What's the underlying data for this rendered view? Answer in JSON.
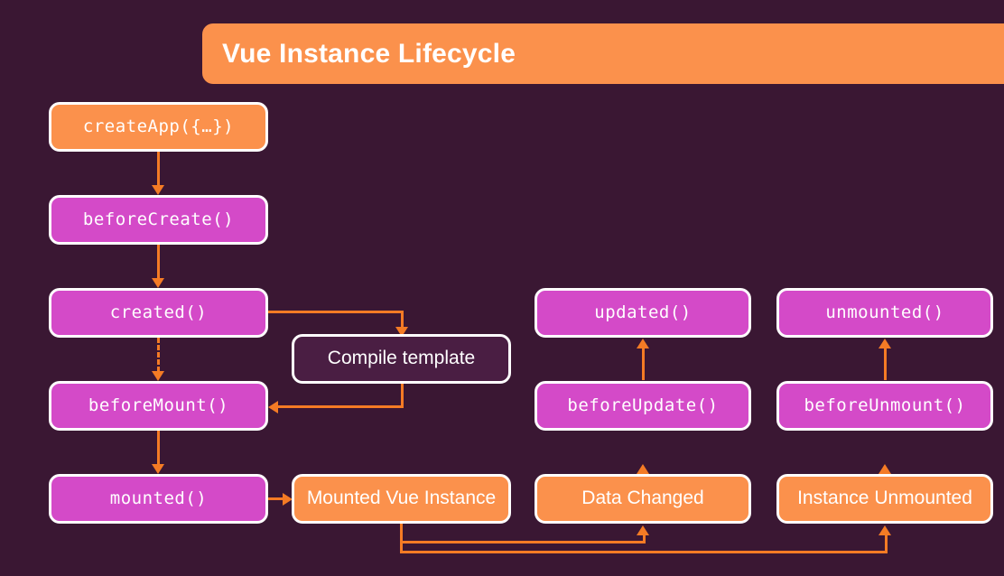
{
  "page": {
    "background_color": "#3a1733",
    "accent_orange": "#fb914c",
    "accent_magenta": "#d44ac8",
    "connector_color": "#f47b25",
    "node_dark": "#4a1e43",
    "node_border": "#ffffff"
  },
  "header": {
    "title": "Vue Instance Lifecycle",
    "banner_color": "#fb914c",
    "title_color": "#ffffff"
  },
  "diagram": {
    "type": "flowchart",
    "nodes": [
      {
        "id": "createApp",
        "label": "createApp({…})",
        "style": "orange",
        "font": "mono",
        "column": "left",
        "row": 1
      },
      {
        "id": "beforeCreate",
        "label": "beforeCreate()",
        "style": "magenta",
        "font": "mono",
        "column": "left",
        "row": 2
      },
      {
        "id": "created",
        "label": "created()",
        "style": "magenta",
        "font": "mono",
        "column": "left",
        "row": 3
      },
      {
        "id": "beforeMount",
        "label": "beforeMount()",
        "style": "magenta",
        "font": "mono",
        "column": "left",
        "row": 4
      },
      {
        "id": "mounted",
        "label": "mounted()",
        "style": "magenta",
        "font": "mono",
        "column": "left",
        "row": 5
      },
      {
        "id": "compileTemplate",
        "label": "Compile template",
        "style": "dark",
        "font": "sans",
        "column": "mid-left",
        "row": 3
      },
      {
        "id": "mountedVue",
        "label": "Mounted Vue Instance",
        "style": "orange",
        "font": "sans",
        "column": "mid-left",
        "row": 5
      },
      {
        "id": "updated",
        "label": "updated()",
        "style": "magenta",
        "font": "mono",
        "column": "mid",
        "row": 3
      },
      {
        "id": "beforeUpdate",
        "label": "beforeUpdate()",
        "style": "magenta",
        "font": "mono",
        "column": "mid",
        "row": 4
      },
      {
        "id": "dataChanged",
        "label": "Data Changed",
        "style": "orange",
        "font": "sans",
        "column": "mid",
        "row": 5
      },
      {
        "id": "unmounted",
        "label": "unmounted()",
        "style": "magenta",
        "font": "mono",
        "column": "right",
        "row": 3
      },
      {
        "id": "beforeUnmount",
        "label": "beforeUnmount()",
        "style": "magenta",
        "font": "mono",
        "column": "right",
        "row": 4
      },
      {
        "id": "instanceUnmounted",
        "label": "Instance Unmounted",
        "style": "orange",
        "font": "sans",
        "column": "right",
        "row": 5
      }
    ],
    "edges": [
      {
        "from": "createApp",
        "to": "beforeCreate",
        "style": "solid"
      },
      {
        "from": "beforeCreate",
        "to": "created",
        "style": "solid"
      },
      {
        "from": "created",
        "to": "compileTemplate",
        "style": "solid"
      },
      {
        "from": "created",
        "to": "beforeMount",
        "style": "dashed"
      },
      {
        "from": "compileTemplate",
        "to": "beforeMount",
        "style": "solid"
      },
      {
        "from": "beforeMount",
        "to": "mounted",
        "style": "solid"
      },
      {
        "from": "mounted",
        "to": "mountedVue",
        "style": "solid"
      },
      {
        "from": "mountedVue",
        "to": "dataChanged",
        "style": "solid"
      },
      {
        "from": "mountedVue",
        "to": "instanceUnmounted",
        "style": "solid"
      },
      {
        "from": "dataChanged",
        "to": "beforeUpdate",
        "style": "solid"
      },
      {
        "from": "beforeUpdate",
        "to": "updated",
        "style": "solid"
      },
      {
        "from": "instanceUnmounted",
        "to": "beforeUnmount",
        "style": "solid"
      },
      {
        "from": "beforeUnmount",
        "to": "unmounted",
        "style": "solid"
      }
    ]
  }
}
